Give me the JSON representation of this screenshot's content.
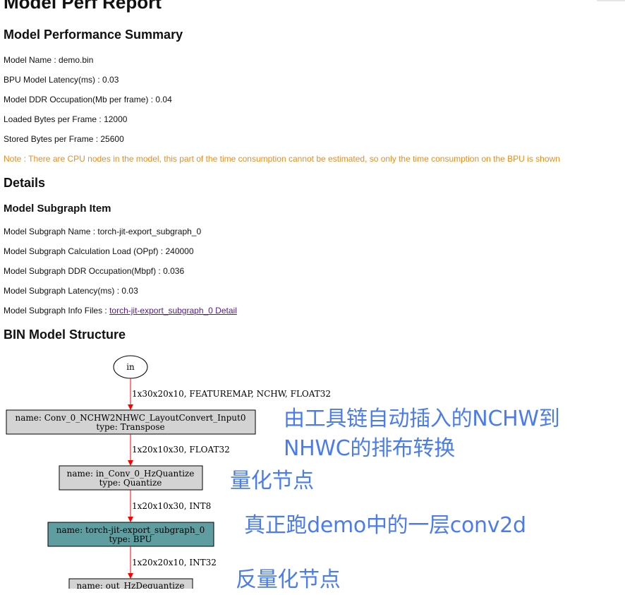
{
  "report": {
    "title": "Model Perf Report",
    "summary_heading": "Model Performance Summary",
    "model_name": "Model Name : demo.bin",
    "latency": "BPU Model Latency(ms) : 0.03",
    "ddr": "Model DDR Occupation(Mb per frame) : 0.04",
    "loaded": "Loaded Bytes per Frame : 12000",
    "stored": "Stored Bytes per Frame : 25600",
    "note": "Note : There are CPU nodes in the model, this part of the time consumption cannot be estimated, so only the time consumption on the BPU is shown",
    "details_heading": "Details",
    "subgraph_heading": "Model Subgraph Item",
    "subgraph_name": "Model Subgraph Name : torch-jit-export_subgraph_0",
    "subgraph_load": "Model Subgraph Calculation Load (OPpf) : 240000",
    "subgraph_ddr": "Model Subgraph DDR Occupation(Mbpf) : 0.036",
    "subgraph_latency": "Model Subgraph Latency(ms) : 0.03",
    "subgraph_info_label": "Model Subgraph Info Files : ",
    "subgraph_info_link": "torch-jit-export_subgraph_0 Detail",
    "structure_heading": "BIN Model Structure"
  },
  "graph": {
    "input_node": "in",
    "edges": [
      "1x30x20x10, FEATUREMAP, NCHW, FLOAT32",
      "1x20x10x30, FLOAT32",
      "1x20x10x30, INT8",
      "1x20x20x10, INT32"
    ],
    "nodes": [
      {
        "name": "name: Conv_0_NCHW2NHWC_LayoutConvert_Input0",
        "type": "type: Transpose",
        "fill": "#d3d3d3"
      },
      {
        "name": "name: in_Conv_0_HzQuantize",
        "type": "type: Quantize",
        "fill": "#d3d3d3"
      },
      {
        "name": "name: torch-jit-export_subgraph_0",
        "type": "type: BPU",
        "fill": "#5f9ea0"
      },
      {
        "name": "name: out_HzDequantize",
        "type": "",
        "fill": "#d3d3d3"
      }
    ],
    "edge_color": "#ff0000"
  },
  "annotations": {
    "layout_convert_1": "由工具链自动插入的NCHW到",
    "layout_convert_2": "NHWC的排布转换",
    "quantize": "量化节点",
    "conv": "真正跑demo中的一层conv2d",
    "dequantize": "反量化节点"
  }
}
